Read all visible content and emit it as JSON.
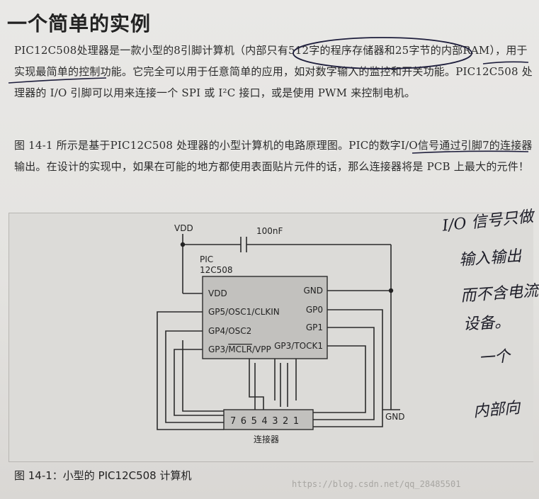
{
  "heading": "一个简单的实例",
  "para1": "PIC12C508处理器是一款小型的8引脚计算机（内部只有512字的程序存储器和25字节的内部RAM），用于实现最简单的控制功能。它完全可以用于任意简单的应用，如对数字输入的监控和开关功能。PIC12C508 处理器的 I/O 引脚可以用来连接一个 SPI 或 I²C 接口，或是使用 PWM 来控制电机。",
  "para2": "图 14-1 所示是基于PIC12C508 处理器的小型计算机的电路原理图。PIC的数字I/O信号通过引脚7的连接器输出。在设计的实现中，如果在可能的地方都使用表面贴片元件的话，那么连接器将是 PCB 上最大的元件！",
  "schematic": {
    "vdd": "VDD",
    "cap": "100nF",
    "chip_line1": "PIC",
    "chip_line2": "12C508",
    "pin_vdd": "VDD",
    "pin_gp5": "GP5/OSC1/CLKIN",
    "pin_gp4": "GP4/OSC2",
    "pin_gp3_pre": "GP3/",
    "pin_gp3_mclr": "MCLR",
    "pin_gp3_post": "/VPP",
    "pin_gnd": "GND",
    "pin_gp0": "GP0",
    "pin_gp1": "GP1",
    "pin_gp2": "GP3/TOCK1",
    "connector_pins": "7 6 5 4 3 2 1",
    "connector_label": "连接器",
    "ground": "GND"
  },
  "caption": "图 14-1：小型的 PIC12C508 计算机",
  "watermark": "https://blog.csdn.net/qq_28485501",
  "handwriting": [
    "I/O 信号只做",
    "输入输出",
    "而不含电流",
    "设备。",
    "一个",
    "内部向"
  ]
}
